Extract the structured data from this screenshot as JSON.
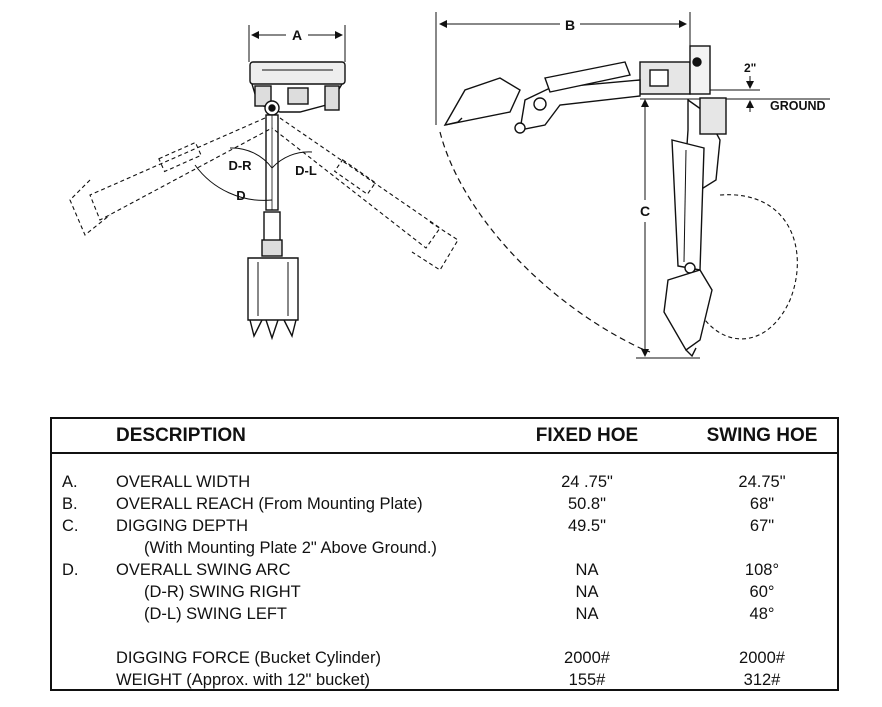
{
  "diagram": {
    "top_view": {
      "labels": {
        "a": "A",
        "d": "D",
        "d_r": "D-R",
        "d_l": "D-L"
      }
    },
    "side_view": {
      "labels": {
        "b": "B",
        "c": "C",
        "two_inch": "2\"",
        "ground": "GROUND"
      }
    }
  },
  "table": {
    "headers": {
      "description": "DESCRIPTION",
      "fixed": "FIXED HOE",
      "swing": "SWING HOE"
    },
    "rows": [
      {
        "letter": "A.",
        "description": "OVERALL WIDTH",
        "fixed": "24 .75\"",
        "swing": "24.75\""
      },
      {
        "letter": "B.",
        "description": "OVERALL REACH (From Mounting Plate)",
        "fixed": "50.8\"",
        "swing": "68\""
      },
      {
        "letter": "C.",
        "description": "DIGGING DEPTH",
        "fixed": "49.5\"",
        "swing": "67\""
      },
      {
        "letter": "",
        "description": "(With Mounting Plate 2\" Above Ground.)",
        "fixed": "",
        "swing": ""
      },
      {
        "letter": "D.",
        "description": "OVERALL SWING ARC",
        "fixed": "NA",
        "swing": "108°"
      },
      {
        "letter": "",
        "description": "(D-R) SWING RIGHT",
        "fixed": "NA",
        "swing": "60°"
      },
      {
        "letter": "",
        "description": "(D-L) SWING LEFT",
        "fixed": "NA",
        "swing": "48°"
      },
      {
        "letter": "",
        "description": "",
        "fixed": "",
        "swing": ""
      },
      {
        "letter": "",
        "description": "DIGGING FORCE (Bucket Cylinder)",
        "fixed": "2000#",
        "swing": "2000#"
      },
      {
        "letter": "",
        "description": "WEIGHT (Approx. with 12\" bucket)",
        "fixed": "155#",
        "swing": "312#"
      }
    ]
  }
}
